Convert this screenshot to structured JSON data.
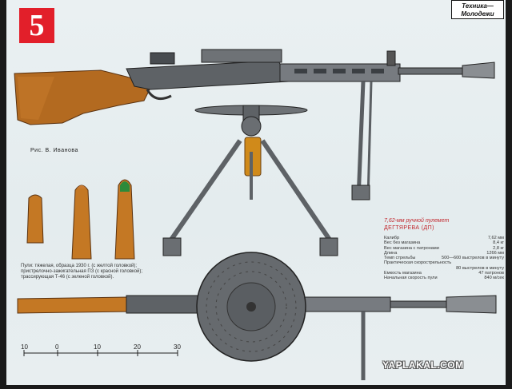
{
  "issue_number": "5",
  "magazine_logo": "Техника—Молодежи",
  "illustration_credit": "Рис. В. Иванова",
  "cartridge_caption": "Пули: тяжелая, образца 1930 г. (с желтой головкой); пристрелочно-зажигательная ПЗ (с красной головкой); трассирующая Т-46 (с зеленой головкой).",
  "spec": {
    "title": "7,62-мм ручной пулемет",
    "subtitle": "ДЕГТЯРЕВА (ДП)",
    "rows": [
      {
        "label": "Калибр",
        "value": "7,62 мм"
      },
      {
        "label": "Вес без магазина",
        "value": "8,4 кг"
      },
      {
        "label": "Вес магазина с патронами",
        "value": "2,8 кг"
      },
      {
        "label": "Длина",
        "value": "1266 мм"
      },
      {
        "label": "Темп стрельбы",
        "value": "500—600 выстрелов в минуту"
      },
      {
        "label": "Практическая скорострельность",
        "value": "80 выстрелов в минуту"
      },
      {
        "label": "Емкость магазина",
        "value": "47 патронов"
      },
      {
        "label": "Начальная скорость пули",
        "value": "840 м/сек"
      }
    ]
  },
  "scale": {
    "labels": [
      "10",
      "0",
      "10",
      "20",
      "30"
    ]
  },
  "watermark": "YAPLAKAL.COM"
}
